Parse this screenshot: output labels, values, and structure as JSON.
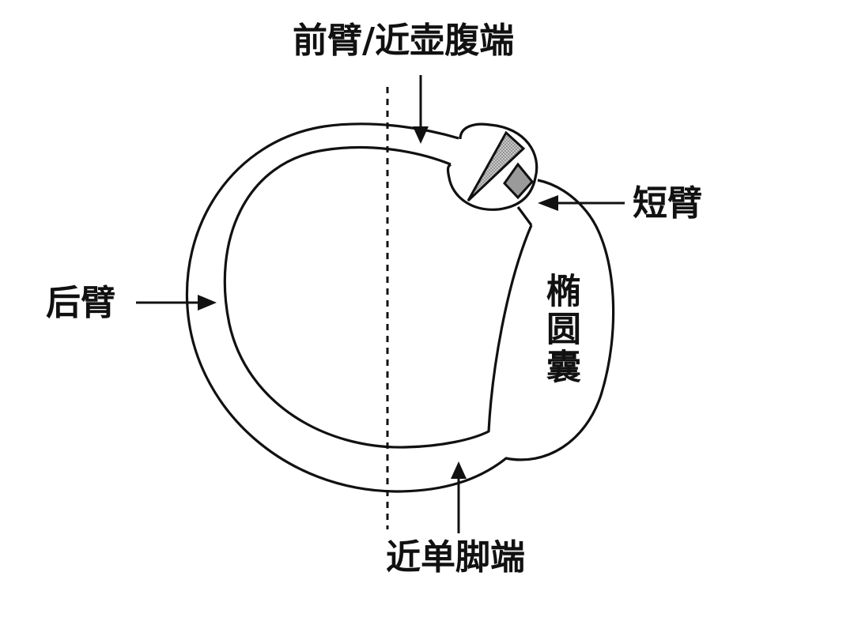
{
  "labels": {
    "top": "前臂/近壶腹端",
    "left": "后臂",
    "right": "短臂",
    "middle": "椭圆囊",
    "bottom": "近单脚端"
  },
  "colors": {
    "ink": "#111111",
    "fill": "#ffffff",
    "hatch_fill": "#9a9a9a"
  }
}
